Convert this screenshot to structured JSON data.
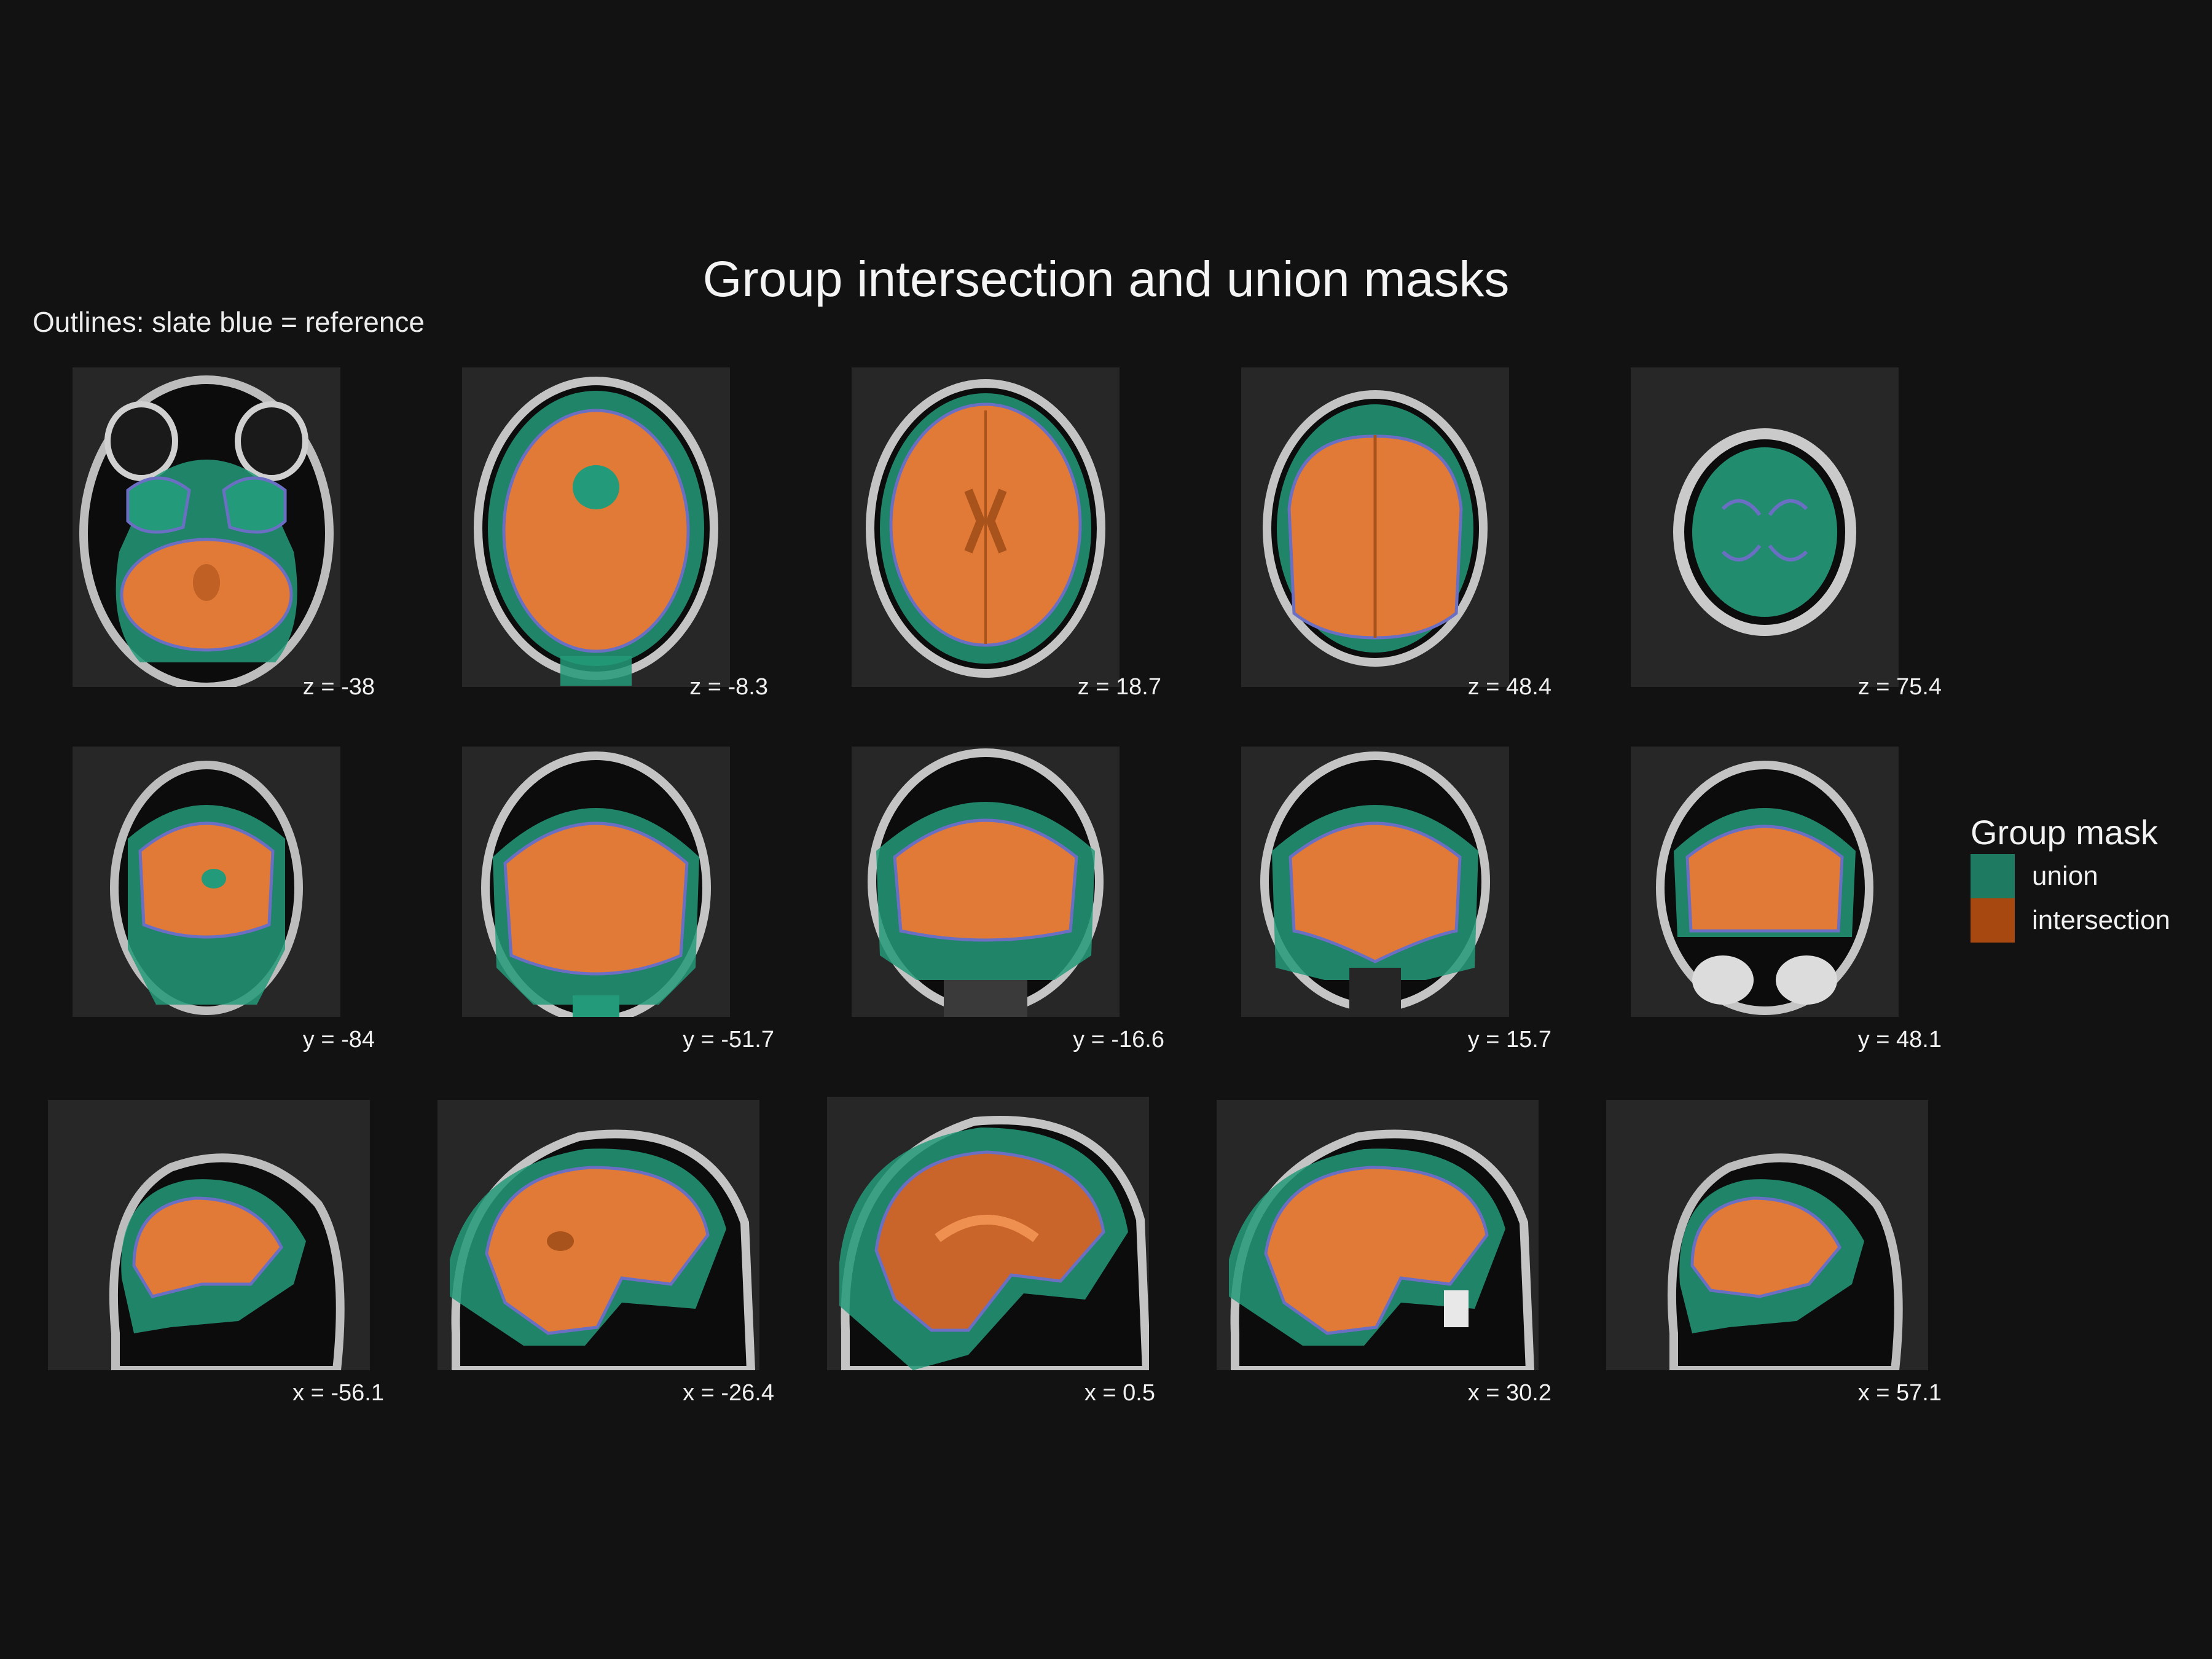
{
  "figure": {
    "title": "Group intersection and union masks",
    "subtitle": "Outlines: slate blue = reference"
  },
  "colors": {
    "background": "#121212",
    "union": "#1e7a61",
    "intersection": "#a6480f",
    "union_overlay": "#239a79",
    "intersection_overlay": "#e07a36",
    "reference_outline": "#6a6fc4"
  },
  "legend": {
    "title": "Group mask",
    "items": [
      {
        "label": "union",
        "color": "#1e7a61"
      },
      {
        "label": "intersection",
        "color": "#a6480f"
      }
    ]
  },
  "rows": [
    {
      "orientation": "axial",
      "slices": [
        {
          "label": "z = -38"
        },
        {
          "label": "z = -8.3"
        },
        {
          "label": "z = 18.7"
        },
        {
          "label": "z = 48.4"
        },
        {
          "label": "z = 75.4"
        }
      ]
    },
    {
      "orientation": "coronal",
      "slices": [
        {
          "label": "y = -84"
        },
        {
          "label": "y = -51.7"
        },
        {
          "label": "y = -16.6"
        },
        {
          "label": "y = 15.7"
        },
        {
          "label": "y = 48.1"
        }
      ]
    },
    {
      "orientation": "sagittal",
      "slices": [
        {
          "label": "x = -56.1"
        },
        {
          "label": "x = -26.4"
        },
        {
          "label": "x = 0.5"
        },
        {
          "label": "x = 30.2"
        },
        {
          "label": "x = 57.1"
        }
      ]
    }
  ]
}
